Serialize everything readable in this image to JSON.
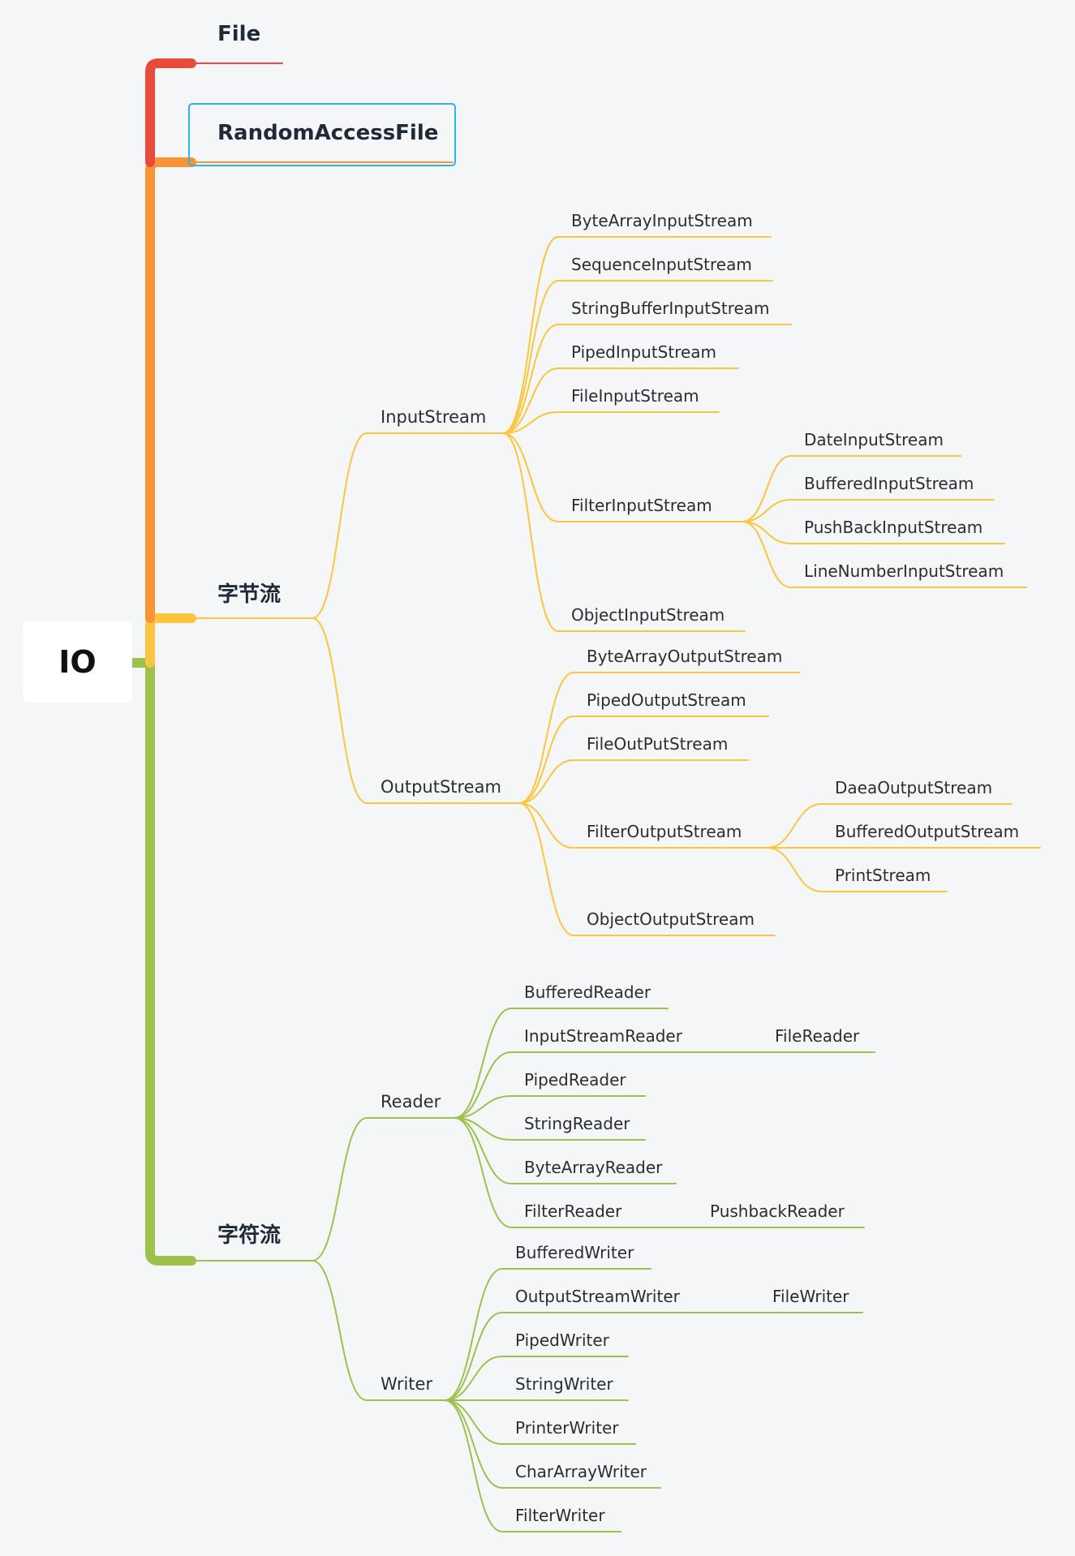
{
  "root": "IO",
  "colors": {
    "red": "#e84a3b",
    "orange": "#f79433",
    "yellow": "#fbc53d",
    "green": "#9dc24b",
    "highlight": "#2fb2e8",
    "background": "#f5f6f8"
  },
  "branches": {
    "file": "File",
    "random_access_file": "RandomAccessFile",
    "byte_stream": "字节流",
    "char_stream": "字符流"
  },
  "byte_stream": {
    "input_stream": {
      "label": "InputStream",
      "children": [
        "ByteArrayInputStream",
        "SequenceInputStream",
        "StringBufferInputStream",
        "PipedInputStream",
        "FileInputStream",
        "FilterInputStream",
        "ObjectInputStream"
      ],
      "filter_children": [
        "DateInputStream",
        "BufferedInputStream",
        "PushBackInputStream",
        "LineNumberInputStream"
      ]
    },
    "output_stream": {
      "label": "OutputStream",
      "children": [
        "ByteArrayOutputStream",
        "PipedOutputStream",
        "FileOutPutStream",
        "FilterOutputStream",
        "ObjectOutputStream"
      ],
      "filter_children": [
        "DaeaOutputStream",
        "BufferedOutputStream",
        "PrintStream"
      ]
    }
  },
  "char_stream": {
    "reader": {
      "label": "Reader",
      "children": [
        "BufferedReader",
        "InputStreamReader",
        "PipedReader",
        "StringReader",
        "ByteArrayReader",
        "FilterReader"
      ],
      "input_stream_reader_child": "FileReader",
      "filter_reader_child": "PushbackReader"
    },
    "writer": {
      "label": "Writer",
      "children": [
        "BufferedWriter",
        "OutputStreamWriter",
        "PipedWriter",
        "StringWriter",
        "PrinterWriter",
        "CharArrayWriter",
        "FilterWriter"
      ],
      "output_stream_writer_child": "FileWriter"
    }
  }
}
